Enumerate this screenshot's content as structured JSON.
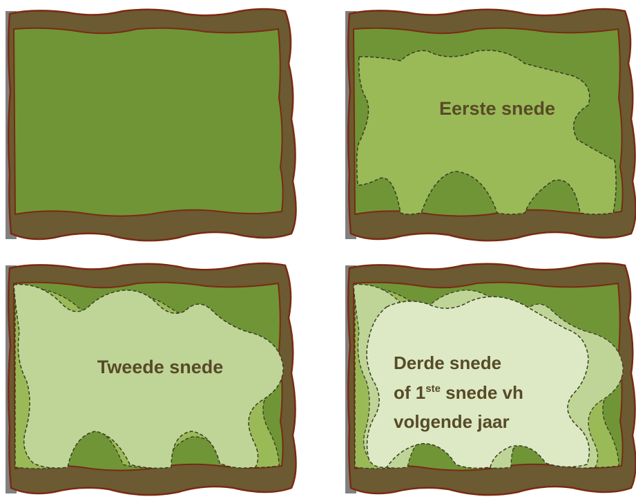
{
  "panels": [
    {
      "label": []
    },
    {
      "label": [
        "Eerste snede"
      ]
    },
    {
      "label": [
        "Tweede snede"
      ]
    },
    {
      "label": [
        "Derde snede",
        "of 1",
        "ste",
        " snede vh",
        "volgende jaar"
      ]
    }
  ],
  "colors": {
    "hedge_outer": "#6b5a32",
    "hedge_edge": "#7a2a12",
    "field": "#6f9537",
    "cut_light": "#9aba58",
    "cut_lighter": "#bfd597",
    "cut_palest": "#dde9c5",
    "label": "#574a27",
    "wall": "#808080"
  }
}
